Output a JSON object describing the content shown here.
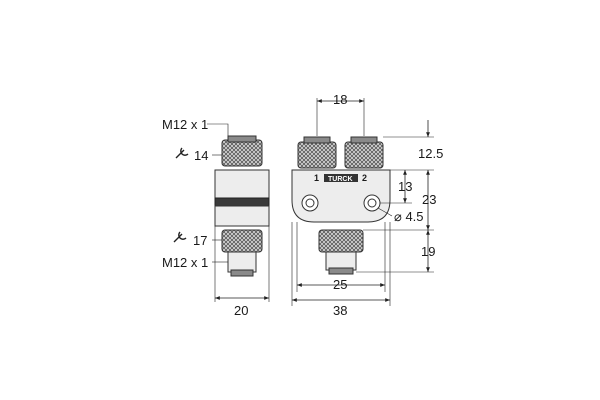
{
  "left_view": {
    "thread_top": "M12 x 1",
    "wrench_top": "14",
    "wrench_bottom": "17",
    "thread_bottom": "M12 x 1",
    "width": "20"
  },
  "right_view": {
    "spacing_top": "18",
    "height_top_nut": "12.5",
    "height_mid": "13",
    "height_body": "23",
    "hole_diameter": "⌀ 4.5",
    "height_bottom": "19",
    "width_inner": "25",
    "width_total": "38",
    "port_1": "1",
    "port_2": "2",
    "brand": "TURCK"
  },
  "icons": {
    "wrench": "wrench-icon"
  }
}
